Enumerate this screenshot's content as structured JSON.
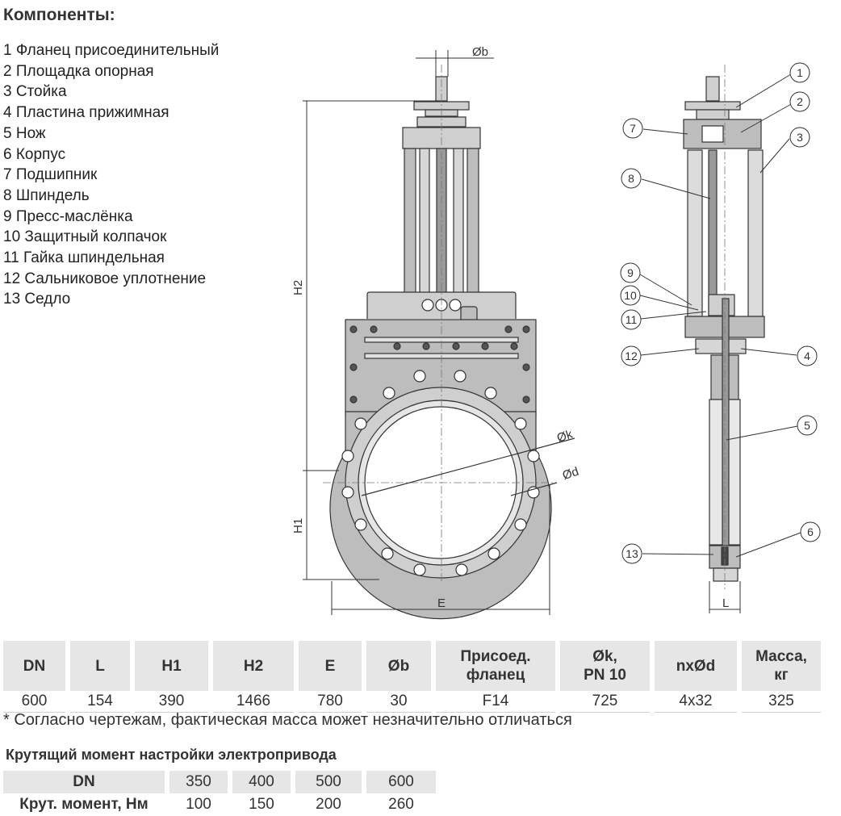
{
  "title": "Компоненты:",
  "components": [
    "1 Фланец присоединительный",
    "2 Площадка опорная",
    "3 Стойка",
    "4 Пластина прижимная",
    "5 Нож",
    "6 Корпус",
    "7 Подшипник",
    "8 Шпиндель",
    "9 Пресс-маслёнка",
    "10 Защитный колпачок",
    "11 Гайка шпиндельная",
    "12 Сальниковое уплотнение",
    "13 Седло"
  ],
  "drawing": {
    "dim_b": "Øb",
    "dim_H2": "H2",
    "dim_H1": "H1",
    "dim_E": "E",
    "dim_k": "Øk",
    "dim_d": "Ød",
    "dim_L": "L",
    "callouts": [
      "1",
      "2",
      "3",
      "4",
      "5",
      "6",
      "7",
      "8",
      "9",
      "10",
      "11",
      "12",
      "13"
    ]
  },
  "spec_table": {
    "headers": [
      "DN",
      "L",
      "H1",
      "H2",
      "E",
      "Øb",
      "Присоед.|фланец",
      "Øk,|PN 10",
      "nxØd",
      "Масса,|кг"
    ],
    "row": [
      "600",
      "154",
      "390",
      "1466",
      "780",
      "30",
      "F14",
      "725",
      "4x32",
      "325"
    ]
  },
  "note": "* Согласно чертежам, фактическая масса может незначительно отличаться",
  "torque_title": "Крутящий момент настройки электропривода",
  "torque_table": {
    "header_label": "DN",
    "header_values": [
      "350",
      "400",
      "500",
      "600"
    ],
    "row_label": "Крут. момент, Нм",
    "row_values": [
      "100",
      "150",
      "200",
      "260"
    ]
  },
  "colors": {
    "header_bg": "#e6e6e6",
    "text": "#222222",
    "line": "#333333",
    "metal": "#b8b8b8"
  }
}
